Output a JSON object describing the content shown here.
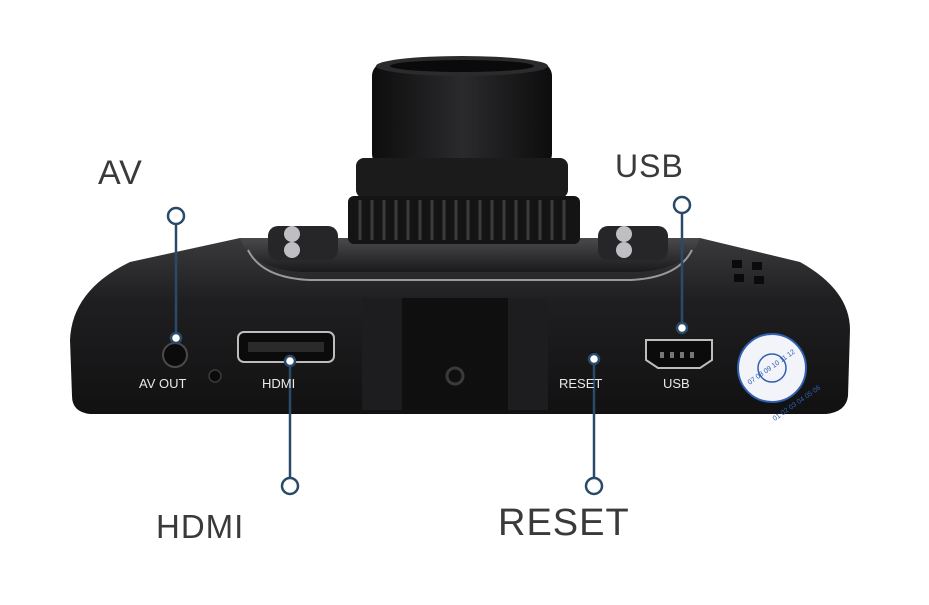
{
  "callouts": {
    "av": "AV",
    "usb": "USB",
    "hdmi": "HDMI",
    "reset": "RESET"
  },
  "port_labels": {
    "av_out": "AV OUT",
    "hdmi": "HDMI",
    "reset": "RESET",
    "usb": "USB"
  },
  "seal_text": "07 08 09 10 11 12 01 02 03 04 05 06",
  "colors": {
    "body": "#1c1c1e",
    "lens": "#161617",
    "callout_line": "#2a4a6a",
    "seal": "#2f5fb0"
  }
}
